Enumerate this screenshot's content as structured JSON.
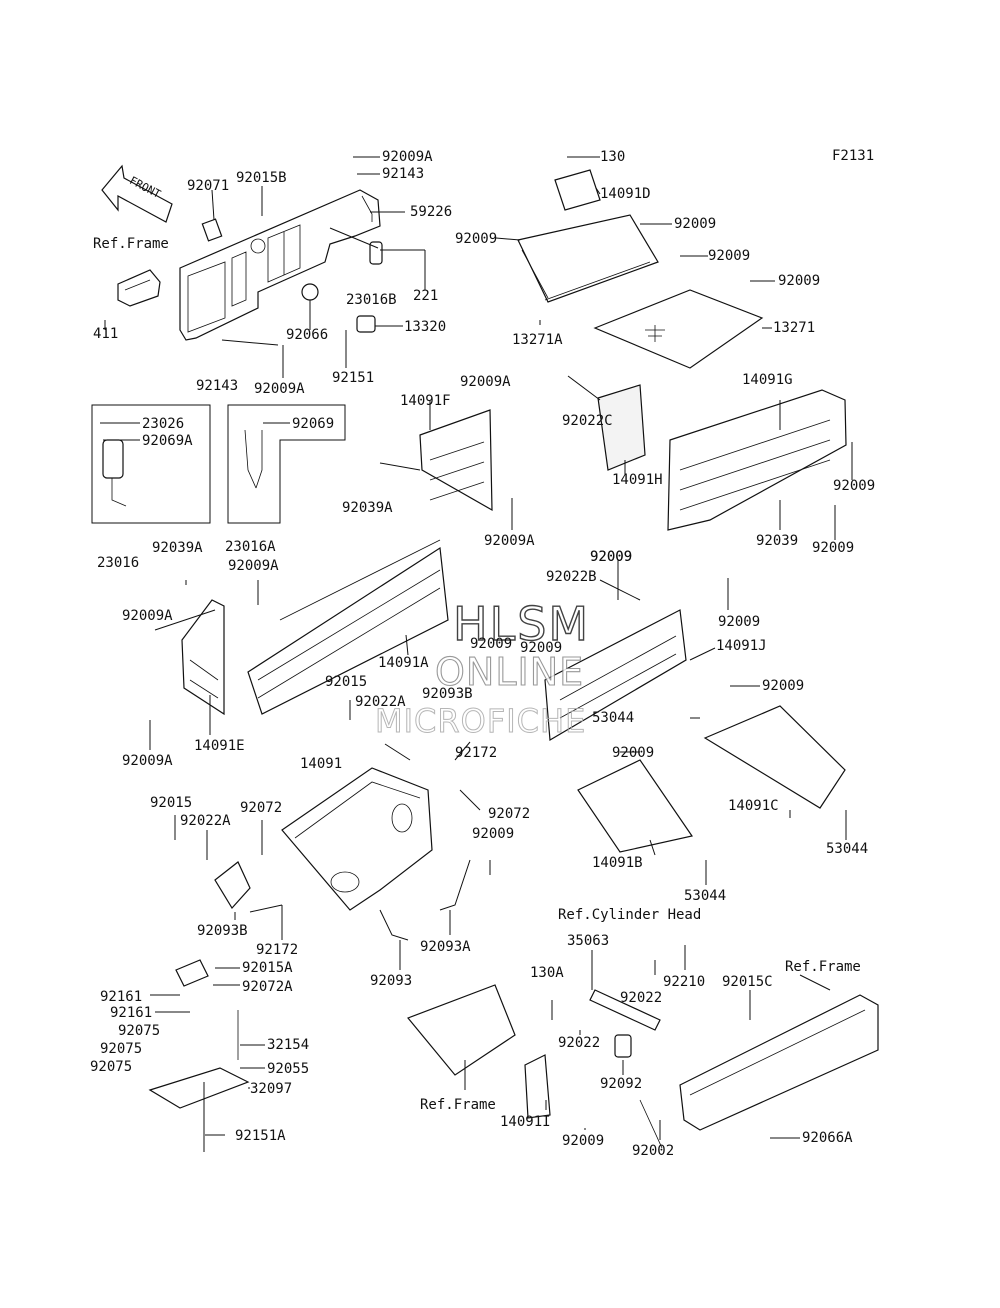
{
  "figure_code": "F2131",
  "front_arrow_text": "FRONT",
  "ref_labels": {
    "frame_top_left": "Ref.Frame",
    "cylinder_head": "Ref.Cylinder Head",
    "frame_bottom_right": "Ref.Frame",
    "frame_bottom_center": "Ref.Frame"
  },
  "watermark": {
    "line1": "HLSM",
    "line2": "ONLINE",
    "line3": "MICROFICHE"
  },
  "part_labels": [
    "92009A",
    "92143",
    "92071",
    "92015B",
    "59226",
    "23016B",
    "221",
    "13320",
    "411",
    "92066",
    "92143",
    "92009A",
    "92151",
    "130",
    "14091D",
    "92009",
    "92009",
    "92009",
    "92009",
    "13271A",
    "13271",
    "23026",
    "92069A",
    "92069",
    "23016",
    "23016A",
    "14091F",
    "92009A",
    "92039A",
    "92009A",
    "92022C",
    "14091H",
    "14091G",
    "92009",
    "92039",
    "92009",
    "92039A",
    "92009A",
    "92009A",
    "14091A",
    "14091E",
    "92009A",
    "92009",
    "92022B",
    "92009",
    "92009",
    "14091J",
    "92009",
    "92015",
    "92022A",
    "92093B",
    "92172",
    "92009",
    "53044",
    "14091",
    "92072",
    "92009",
    "92009",
    "14091C",
    "53044",
    "92015",
    "92022A",
    "92072",
    "92093B",
    "92172",
    "92093",
    "92093A",
    "14091B",
    "53044",
    "92015A",
    "92072A",
    "92161",
    "92161",
    "32154",
    "92075",
    "92075",
    "92075",
    "92055",
    "32097",
    "92151A",
    "35063",
    "130A",
    "92022",
    "92210",
    "92015C",
    "92022",
    "92092",
    "14091I",
    "92009",
    "92002",
    "92066A",
    "92009"
  ],
  "colors": {
    "ink": "#111111",
    "paper": "#ffffff",
    "watermark": "#888888"
  }
}
